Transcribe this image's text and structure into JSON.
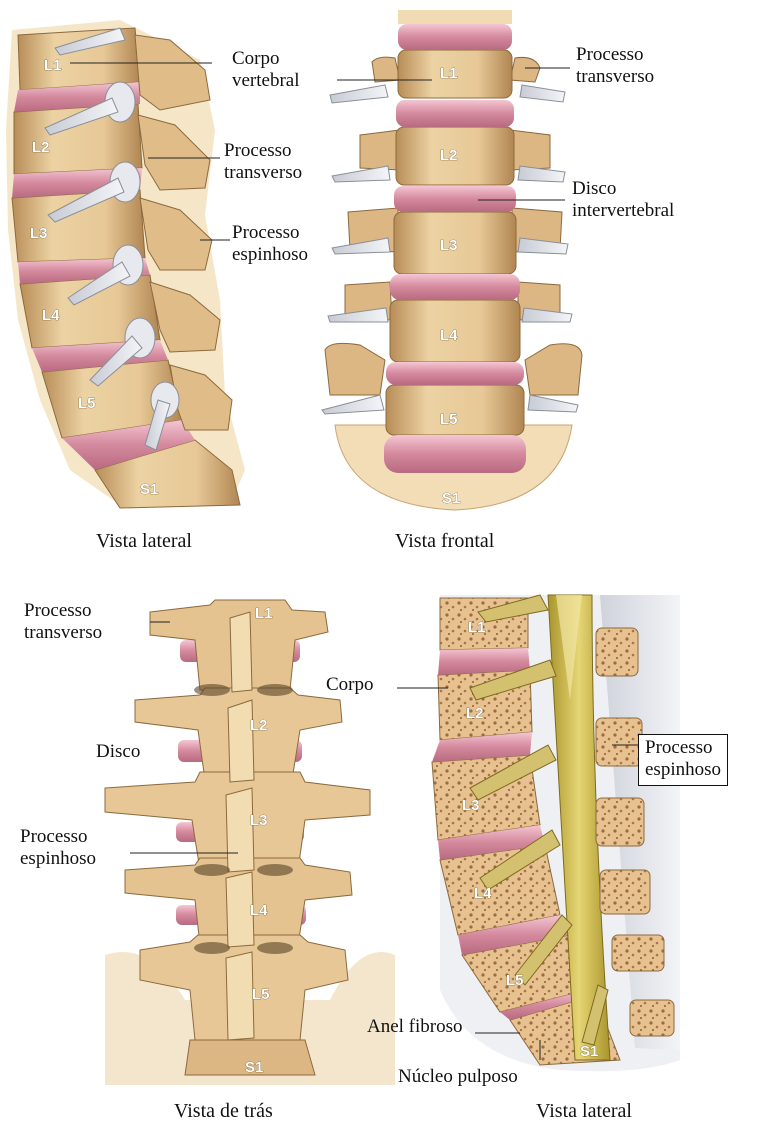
{
  "colors": {
    "bone": "#ddb886",
    "bone_light": "#f1d9ad",
    "bone_dark": "#a9804e",
    "disc": "#c7798d",
    "disc_light": "#f2bccb",
    "nerve": "#d8c679",
    "cord": "#cdb84a",
    "ligament": "#dfe3ea"
  },
  "vertebra_names": [
    "L1",
    "L2",
    "L3",
    "L4",
    "L5",
    "S1"
  ],
  "panels": {
    "lateral_view": {
      "caption": "Vista lateral",
      "labels": {
        "vertebral_body": [
          "Corpo",
          "vertebral"
        ],
        "transverse_process": [
          "Processo",
          "transverso"
        ],
        "spinous_process": [
          "Processo",
          "espinhoso"
        ]
      }
    },
    "frontal_view": {
      "caption": "Vista frontal",
      "labels": {
        "transverse_process": [
          "Processo",
          "transverso"
        ],
        "intervertebral_disc": [
          "Disco",
          "intervertebral"
        ]
      }
    },
    "back_view": {
      "caption": "Vista de trás",
      "labels": {
        "transverse_process": [
          "Processo",
          "transverso"
        ],
        "disc": "Disco",
        "spinous_process": [
          "Processo",
          "espinhoso"
        ]
      }
    },
    "lateral_section": {
      "caption": "Vista lateral",
      "labels": {
        "body": "Corpo",
        "spinous_process": [
          "Processo",
          "espinhoso"
        ],
        "annulus_fibrosus": "Anel fibroso",
        "nucleus_pulposus": "Núcleo pulposo"
      }
    }
  }
}
